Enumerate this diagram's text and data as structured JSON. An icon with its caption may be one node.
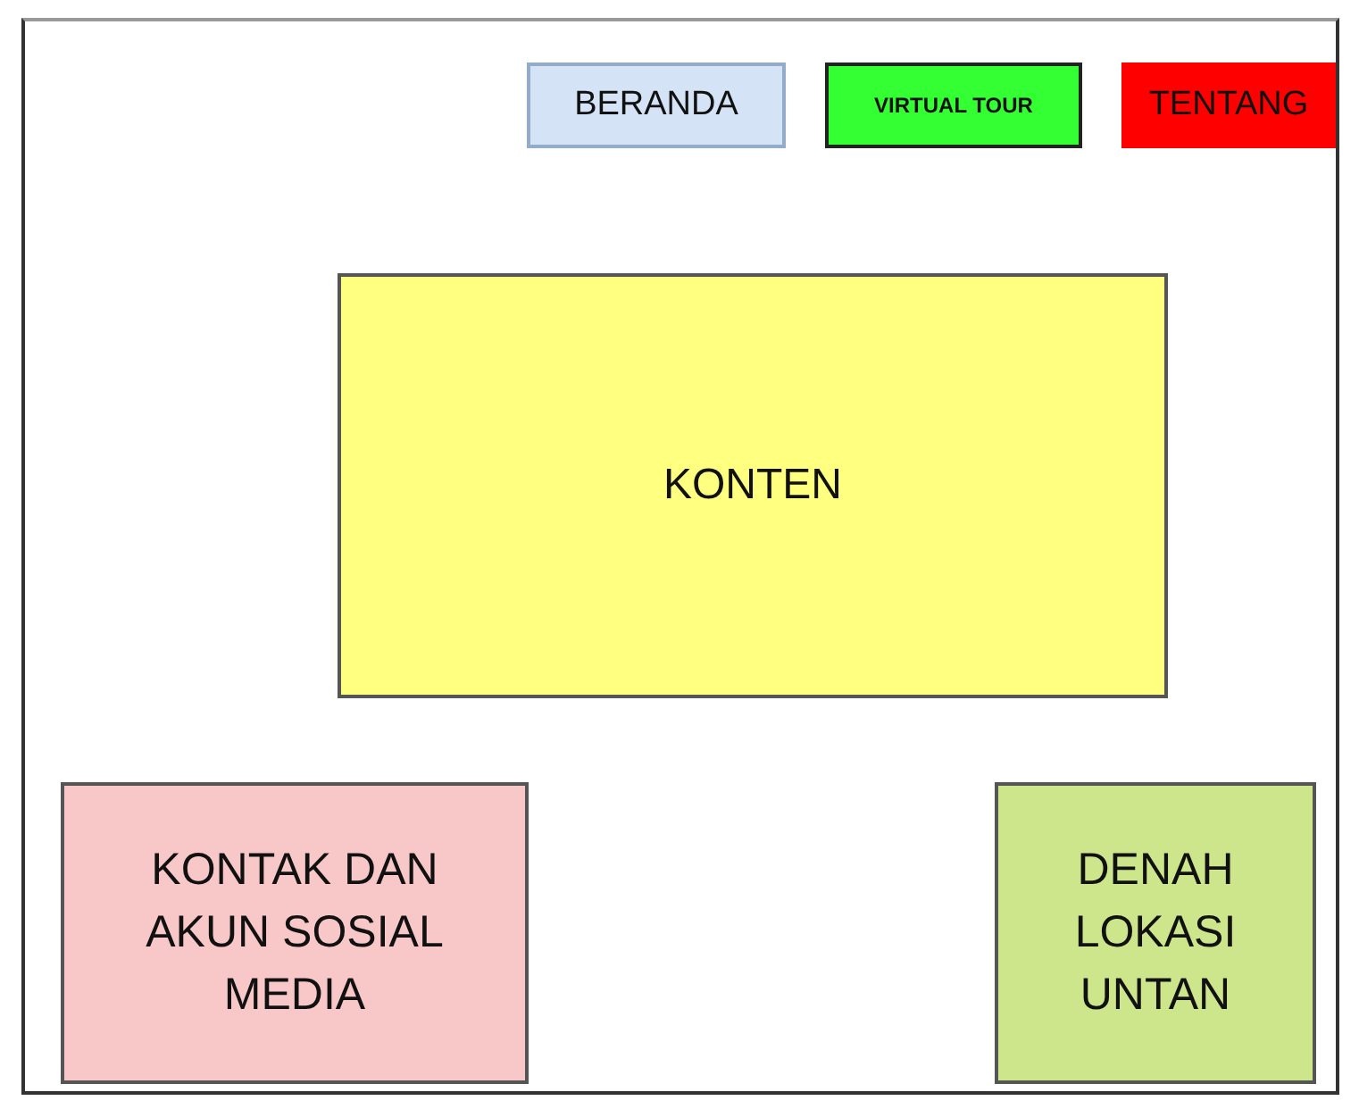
{
  "diagram": {
    "nodes": [
      {
        "text": [
          "BERANDA"
        ]
      },
      {
        "text": [
          "VIRTUAL TOUR"
        ]
      },
      {
        "text": [
          "TENTANG"
        ]
      },
      {
        "text": [
          "KONTEN"
        ]
      },
      {
        "text": [
          "KONTAK DAN AKUN SOSIAL MEDIA"
        ]
      },
      {
        "text": [
          "DENAH LOKASI UNTAN"
        ]
      }
    ]
  }
}
